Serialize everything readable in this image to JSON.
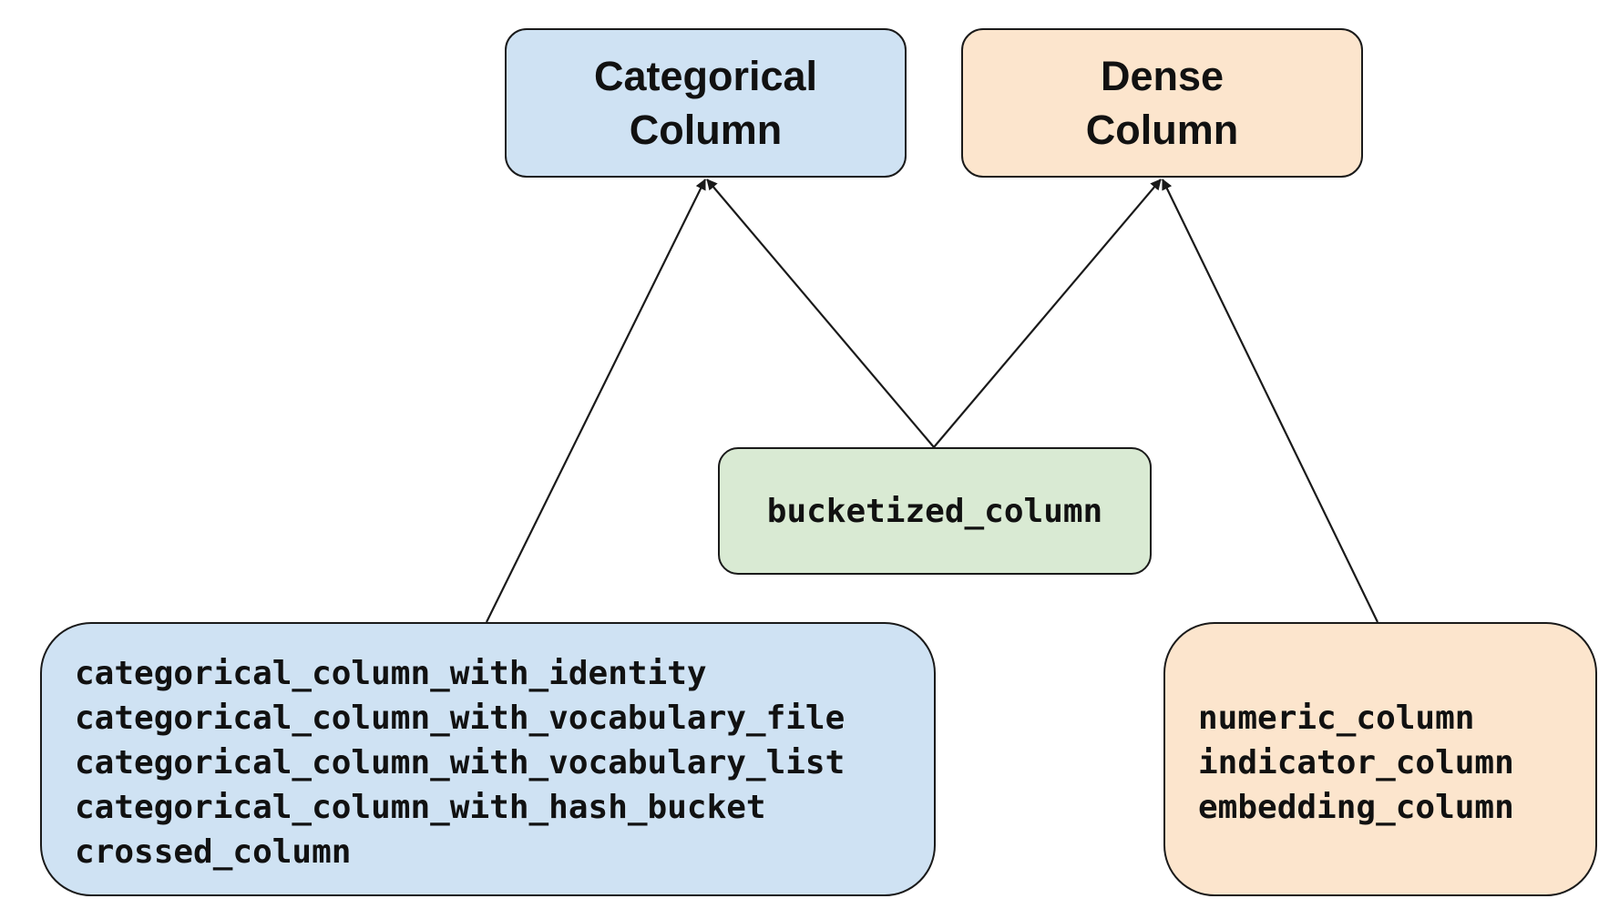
{
  "nodes": {
    "categorical": {
      "line1": "Categorical",
      "line2": "Column"
    },
    "dense": {
      "line1": "Dense",
      "line2": "Column"
    },
    "bucketized": {
      "label": "bucketized_column"
    },
    "categorical_list": {
      "items": [
        "categorical_column_with_identity",
        "categorical_column_with_vocabulary_file",
        "categorical_column_with_vocabulary_list",
        "categorical_column_with_hash_bucket",
        "crossed_column"
      ]
    },
    "dense_list": {
      "items": [
        "numeric_column",
        "indicator_column",
        "embedding_column"
      ]
    }
  },
  "edges": [
    {
      "from": "categorical_list",
      "to": "categorical"
    },
    {
      "from": "bucketized",
      "to": "categorical"
    },
    {
      "from": "bucketized",
      "to": "dense"
    },
    {
      "from": "dense_list",
      "to": "dense"
    }
  ],
  "colors": {
    "categorical_fill": "#cfe2f3",
    "dense_fill": "#fce5cd",
    "bucketized_fill": "#d9ead3",
    "stroke": "#1a1a1a"
  }
}
